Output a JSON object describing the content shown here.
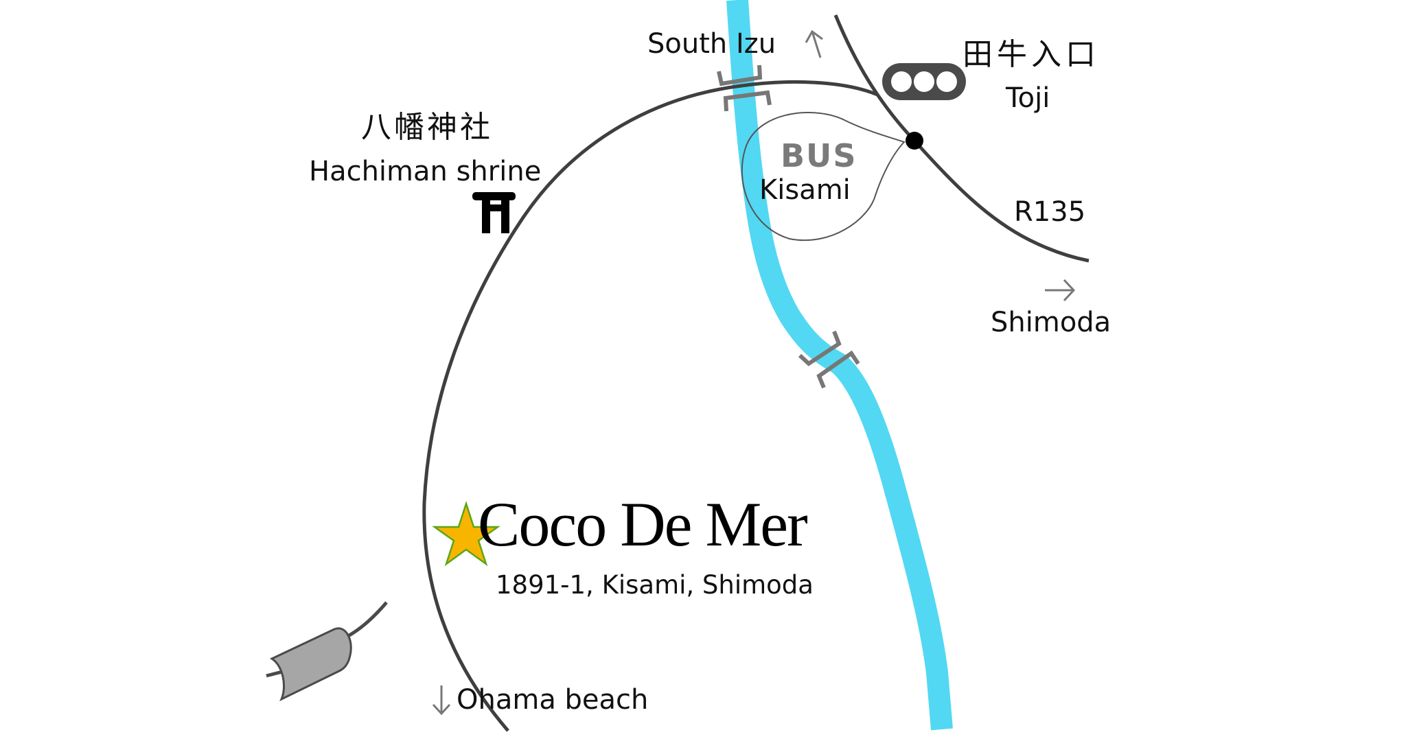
{
  "map": {
    "title": "Coco De Mer",
    "address": "1891-1, Kisami, Shimoda",
    "labels": {
      "south_izu": "South Izu",
      "toji_ja": "田牛入口",
      "toji_en": "Toji",
      "route": "R135",
      "shimoda": "Shimoda",
      "shrine_ja": "八幡神社",
      "shrine_en": "Hachiman shrine",
      "bus_icon": "BUS",
      "bus_stop": "Kisami",
      "ohama": "Ohama beach"
    },
    "icons": {
      "arrow_up": "↑",
      "arrow_right": "→",
      "arrow_down": "↓",
      "destination": "star-icon",
      "shrine": "torii-icon",
      "traffic_light": "traffic-light-icon",
      "tunnel": "tunnel-icon",
      "bridge": "bridge-icon"
    },
    "colors": {
      "river": "#52d8f2",
      "road": "#3f3f3f",
      "star_fill": "#f7b500",
      "star_stroke": "#5aa617",
      "bridge": "#777777",
      "tunnel_fill": "#a6a6a6",
      "traffic_light": "#4a4a4a"
    }
  }
}
